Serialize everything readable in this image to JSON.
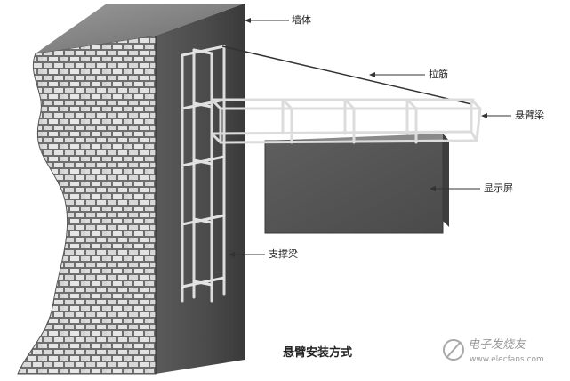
{
  "labels": {
    "wall": "墙体",
    "tie_rod": "拉筋",
    "cantilever_beam": "悬臂梁",
    "display_screen": "显示屏",
    "support_beam": "支撑梁"
  },
  "caption": "悬臂安装方式",
  "watermark": {
    "title": "电子发烧友",
    "url": "www.elecfans.com"
  }
}
